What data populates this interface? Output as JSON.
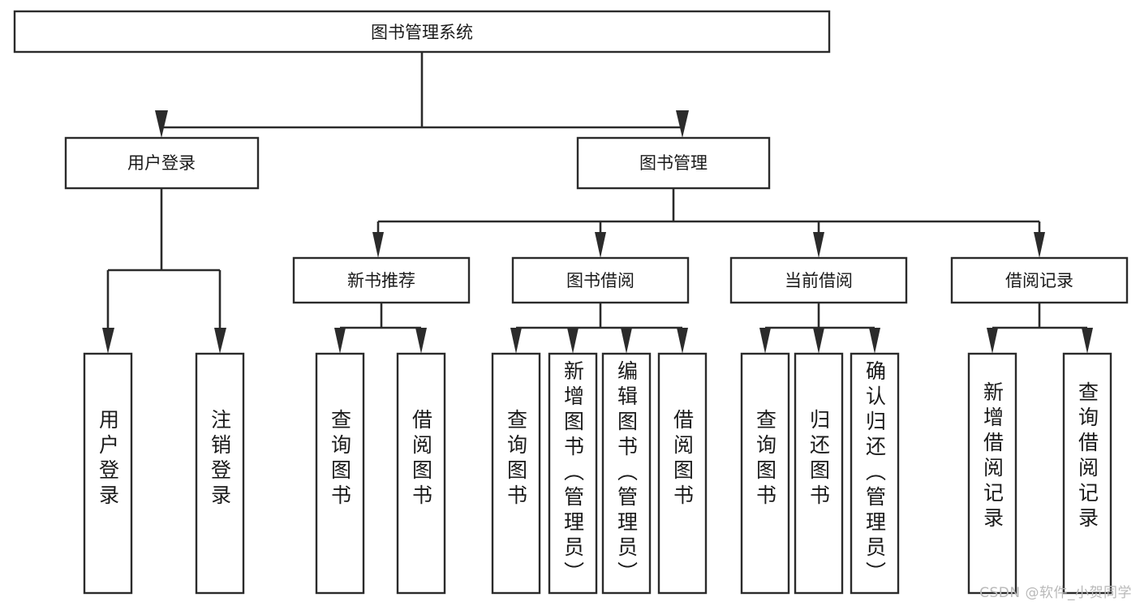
{
  "diagram": {
    "type": "tree",
    "title": "图书管理系统",
    "watermark": "CSDN @软件_小贺同学",
    "root": {
      "id": "root",
      "label": "图书管理系统"
    },
    "level2": [
      {
        "id": "user-login",
        "label": "用户登录"
      },
      {
        "id": "book-manage",
        "label": "图书管理"
      }
    ],
    "level3": [
      {
        "id": "new-book-recommend",
        "label": "新书推荐",
        "parent": "book-manage"
      },
      {
        "id": "book-borrow",
        "label": "图书借阅",
        "parent": "book-manage"
      },
      {
        "id": "current-borrow",
        "label": "当前借阅",
        "parent": "book-manage"
      },
      {
        "id": "borrow-record",
        "label": "借阅记录",
        "parent": "book-manage"
      }
    ],
    "leaves": [
      {
        "id": "leaf-user-login",
        "label": "用户登录",
        "parent": "user-login"
      },
      {
        "id": "leaf-user-logout",
        "label": "注销登录",
        "parent": "user-login"
      },
      {
        "id": "leaf-query-book-1",
        "label": "查询图书",
        "parent": "new-book-recommend"
      },
      {
        "id": "leaf-borrow-book-1",
        "label": "借阅图书",
        "parent": "new-book-recommend"
      },
      {
        "id": "leaf-query-book-2",
        "label": "查询图书",
        "parent": "book-borrow"
      },
      {
        "id": "leaf-add-book",
        "label": "新增图书（管理员）",
        "parent": "book-borrow"
      },
      {
        "id": "leaf-edit-book",
        "label": "编辑图书（管理员）",
        "parent": "book-borrow"
      },
      {
        "id": "leaf-borrow-book-2",
        "label": "借阅图书",
        "parent": "book-borrow"
      },
      {
        "id": "leaf-query-book-3",
        "label": "查询图书",
        "parent": "current-borrow"
      },
      {
        "id": "leaf-return-book",
        "label": "归还图书",
        "parent": "current-borrow"
      },
      {
        "id": "leaf-confirm-return",
        "label": "确认归还（管理员）",
        "parent": "current-borrow"
      },
      {
        "id": "leaf-add-record",
        "label": "新增借阅记录",
        "parent": "borrow-record"
      },
      {
        "id": "leaf-query-record",
        "label": "查询借阅记录",
        "parent": "borrow-record"
      }
    ],
    "colors": {
      "stroke": "#2b2b2b",
      "fill": "#ffffff",
      "text": "#1a1a1a",
      "watermark": "#b9b9b9",
      "background": "#ffffff"
    }
  }
}
